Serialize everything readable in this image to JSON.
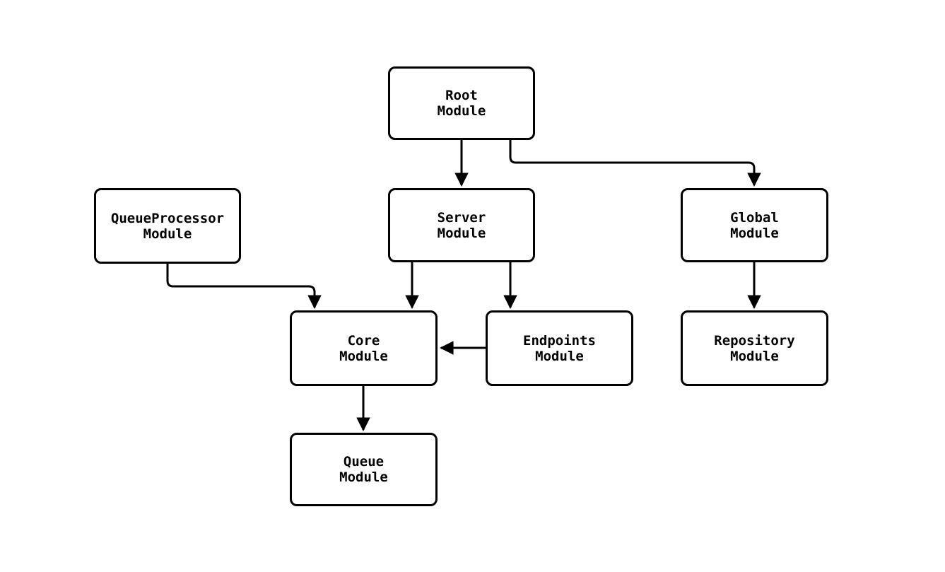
{
  "diagram": {
    "type": "flowchart",
    "description": "Module dependency diagram",
    "colors": {
      "background": "#ffffff",
      "node_fill": "#ffffff",
      "node_border": "#000000",
      "edge_stroke": "#000000",
      "text": "#000000"
    },
    "nodes": {
      "root": {
        "label": "Root\nModule"
      },
      "queueprocessor": {
        "label": "QueueProcessor\nModule"
      },
      "server": {
        "label": "Server\nModule"
      },
      "global": {
        "label": "Global\nModule"
      },
      "core": {
        "label": "Core\nModule"
      },
      "endpoints": {
        "label": "Endpoints\nModule"
      },
      "repository": {
        "label": "Repository\nModule"
      },
      "queue": {
        "label": "Queue\nModule"
      }
    },
    "edges": [
      {
        "from": "Root Module",
        "to": "Server Module"
      },
      {
        "from": "Root Module",
        "to": "Global Module"
      },
      {
        "from": "QueueProcessor Module",
        "to": "Core Module"
      },
      {
        "from": "Server Module",
        "to": "Core Module"
      },
      {
        "from": "Server Module",
        "to": "Endpoints Module"
      },
      {
        "from": "Endpoints Module",
        "to": "Core Module"
      },
      {
        "from": "Global Module",
        "to": "Repository Module"
      },
      {
        "from": "Core Module",
        "to": "Queue Module"
      }
    ]
  }
}
